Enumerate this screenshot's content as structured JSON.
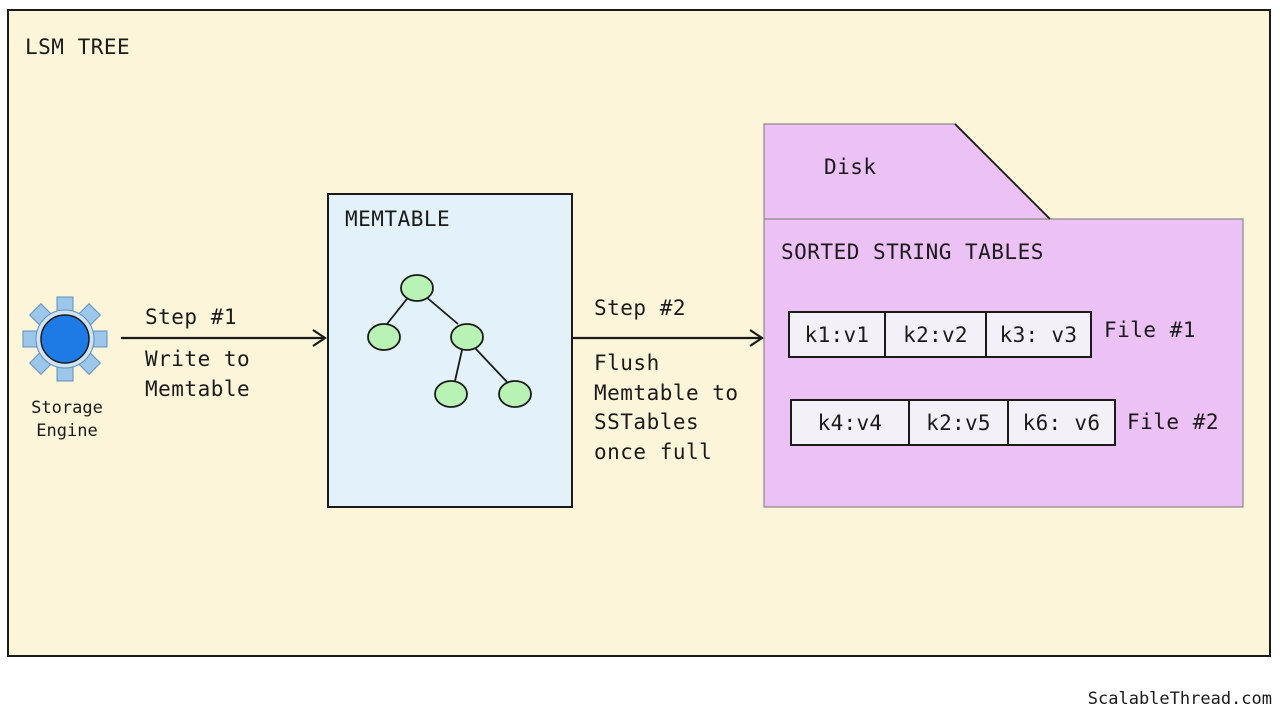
{
  "title": "LSM TREE",
  "storage_engine": {
    "label_line1": "Storage",
    "label_line2": "Engine",
    "icon": "gear-icon"
  },
  "step1": {
    "title": "Step #1",
    "description": "Write to\nMemtable"
  },
  "memtable": {
    "title": "MEMTABLE",
    "icon": "binary-tree-icon"
  },
  "step2": {
    "title": "Step #2",
    "description": "Flush\nMemtable to\nSSTables\nonce full"
  },
  "disk": {
    "label": "Disk",
    "section_title": "SORTED STRING TABLES",
    "files": [
      {
        "label": "File #1",
        "cells": [
          "k1:v1",
          "k2:v2",
          "k3: v3"
        ]
      },
      {
        "label": "File #2",
        "cells": [
          "k4:v4",
          "k2:v5",
          "k6: v6"
        ]
      }
    ]
  },
  "watermark": "ScalableThread.com",
  "colors": {
    "background": "#fcf5da",
    "memtable_fill": "#e3f1fb",
    "disk_fill": "#ecc1f5",
    "tree_node_fill": "#b8f2b4",
    "engine_core": "#1e7be6",
    "engine_teeth": "#9cc7ea",
    "file_fill": "#f3f1f7"
  }
}
